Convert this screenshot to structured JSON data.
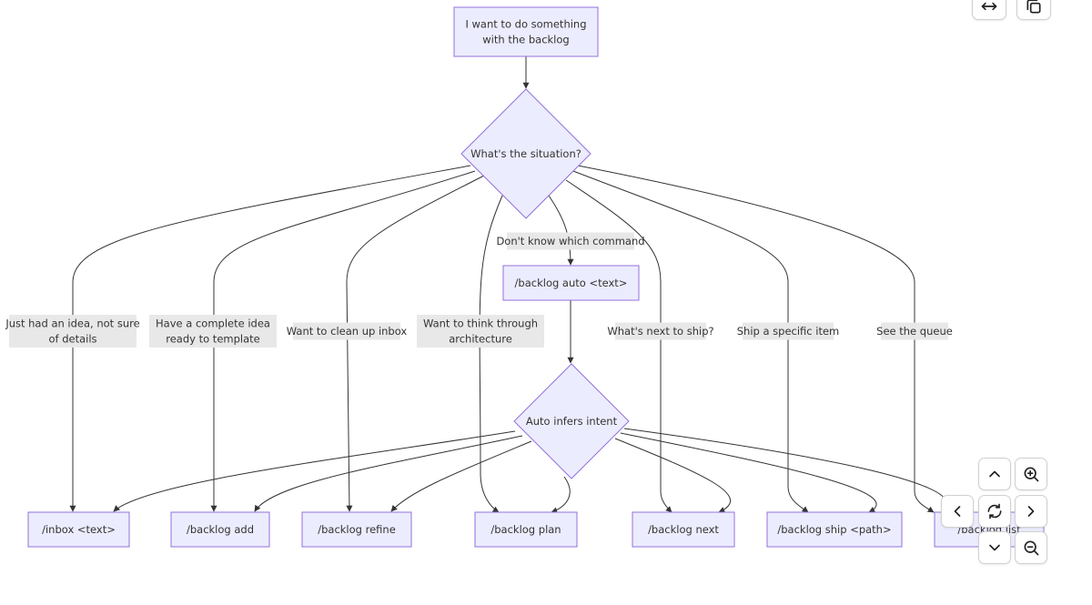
{
  "nodes": [
    {
      "id": "start",
      "shape": "rect",
      "lines": [
        "I want to do something",
        "with the backlog"
      ]
    },
    {
      "id": "situation",
      "shape": "diamond",
      "lines": [
        "What's the situation?"
      ]
    },
    {
      "id": "auto",
      "shape": "rect",
      "lines": [
        "/backlog auto <text>"
      ]
    },
    {
      "id": "infer",
      "shape": "diamond",
      "lines": [
        "Auto infers intent"
      ]
    },
    {
      "id": "inbox",
      "shape": "rect",
      "lines": [
        "/inbox <text>"
      ]
    },
    {
      "id": "add",
      "shape": "rect",
      "lines": [
        "/backlog add"
      ]
    },
    {
      "id": "refine",
      "shape": "rect",
      "lines": [
        "/backlog refine"
      ]
    },
    {
      "id": "plan",
      "shape": "rect",
      "lines": [
        "/backlog plan"
      ]
    },
    {
      "id": "next",
      "shape": "rect",
      "lines": [
        "/backlog next"
      ]
    },
    {
      "id": "ship",
      "shape": "rect",
      "lines": [
        "/backlog ship <path>"
      ]
    },
    {
      "id": "list",
      "shape": "rect",
      "lines": [
        "/backlog list"
      ]
    }
  ],
  "edges": [
    {
      "from": "start",
      "to": "situation",
      "label": []
    },
    {
      "from": "situation",
      "to": "inbox",
      "label": [
        "Just had an idea, not sure",
        "of details"
      ]
    },
    {
      "from": "situation",
      "to": "add",
      "label": [
        "Have a complete idea",
        "ready to template"
      ]
    },
    {
      "from": "situation",
      "to": "refine",
      "label": [
        "Want to clean up inbox"
      ]
    },
    {
      "from": "situation",
      "to": "plan",
      "label": [
        "Want to think through",
        "architecture"
      ]
    },
    {
      "from": "situation",
      "to": "auto",
      "label": [
        "Don't know which command"
      ]
    },
    {
      "from": "situation",
      "to": "next",
      "label": [
        "What's next to ship?"
      ]
    },
    {
      "from": "situation",
      "to": "ship",
      "label": [
        "Ship a specific item"
      ]
    },
    {
      "from": "situation",
      "to": "list",
      "label": [
        "See the queue"
      ]
    },
    {
      "from": "auto",
      "to": "infer",
      "label": []
    },
    {
      "from": "infer",
      "to": "inbox",
      "label": []
    },
    {
      "from": "infer",
      "to": "add",
      "label": []
    },
    {
      "from": "infer",
      "to": "refine",
      "label": []
    },
    {
      "from": "infer",
      "to": "plan",
      "label": []
    },
    {
      "from": "infer",
      "to": "next",
      "label": []
    },
    {
      "from": "infer",
      "to": "ship",
      "label": []
    },
    {
      "from": "infer",
      "to": "list",
      "label": []
    }
  ],
  "toolbar": {
    "icons": [
      "expand-horizontal-icon",
      "copy-icon"
    ]
  },
  "zoom_controls": {
    "icons": [
      "pan-up-icon",
      "zoom-in-icon",
      "pan-left-icon",
      "reset-view-icon",
      "pan-right-icon",
      "pan-down-icon",
      "zoom-out-icon"
    ]
  },
  "colors": {
    "node_fill": "#ececff",
    "node_stroke": "#9370db",
    "edge": "#333333",
    "label_bg": "#e8e8e8"
  }
}
